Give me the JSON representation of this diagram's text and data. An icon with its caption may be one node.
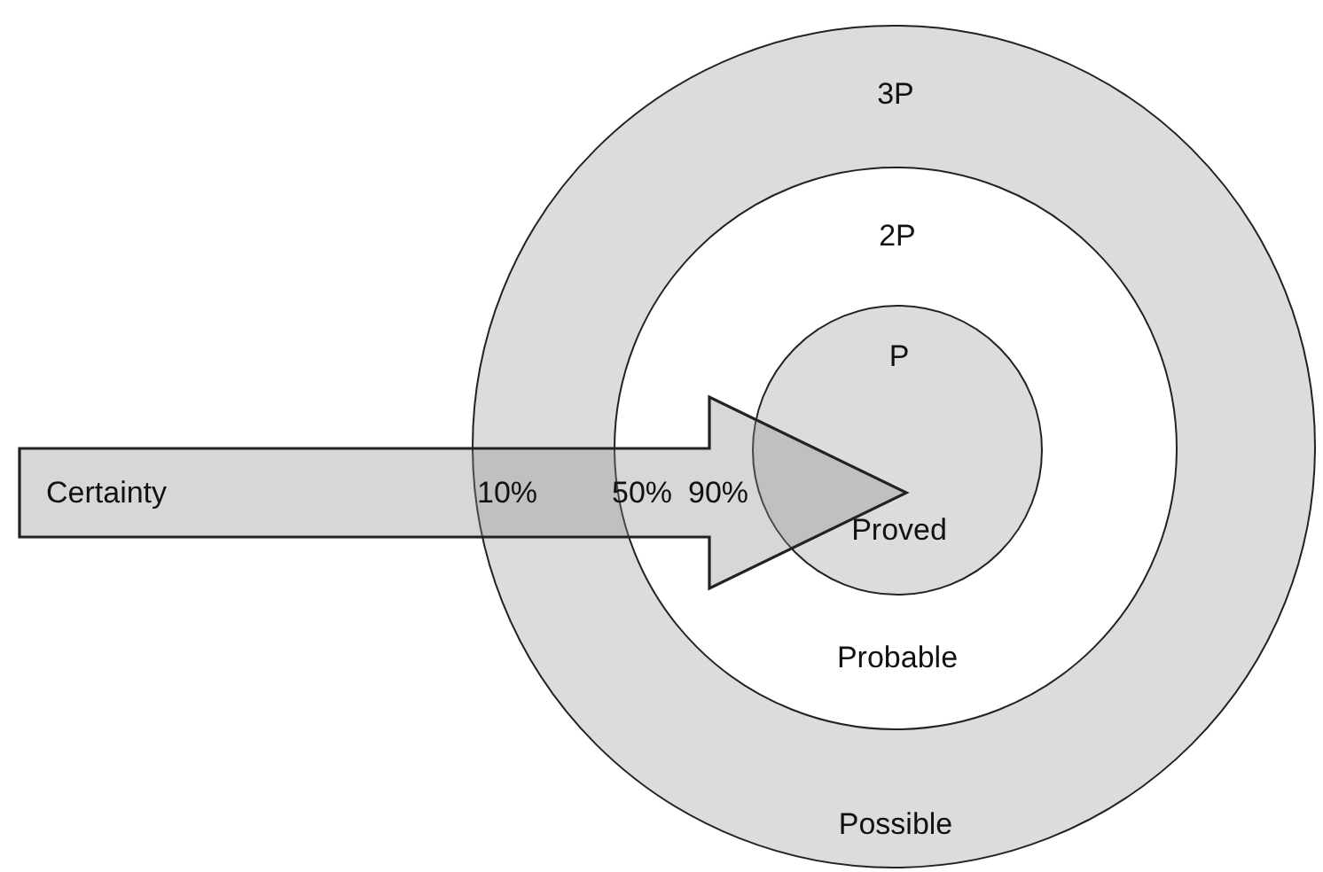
{
  "diagram": {
    "nodes": [
      {
        "text": [
          "3P",
          "Possible"
        ]
      },
      {
        "text": [
          "2P",
          "Probable"
        ],
        "in": 0
      },
      {
        "text": [
          "P",
          "Proved"
        ],
        "in": 1
      },
      {
        "text": [
          "Certainty",
          "10%",
          "50%",
          "90%"
        ]
      }
    ]
  }
}
